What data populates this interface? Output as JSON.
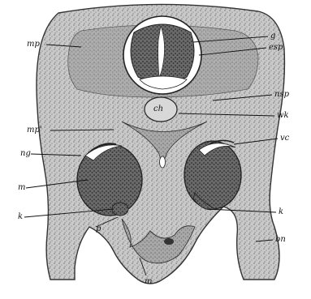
{
  "figure": {
    "labels": {
      "mp": "mp",
      "g": "g",
      "esp": "esp",
      "nsp": "nsp",
      "ch": "ch",
      "wk": "wk",
      "mp2": "mp'",
      "ng": "ng",
      "vc": "vc",
      "m_left": "m",
      "k_left": "k",
      "p": "p",
      "k_right": "k",
      "bn": "bn",
      "m_bottom": "m"
    }
  }
}
